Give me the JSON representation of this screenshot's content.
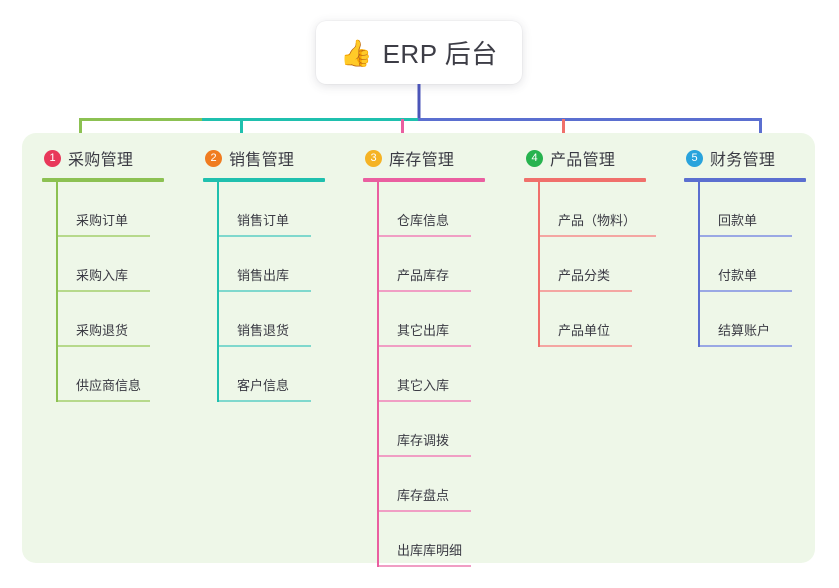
{
  "root": {
    "icon": "thumbs-up-icon",
    "icon_glyph": "👍",
    "title": "ERP 后台"
  },
  "panel": {
    "background": "#eef7e8"
  },
  "colors": {
    "column1_line": "#8cc152",
    "column2_line": "#1fc0ae",
    "column3_line": "#ea5fa0",
    "column4_line": "#f0706b",
    "column5_line": "#5b6fd0",
    "trunk": "#4b55b8",
    "badge1": "#e8385a",
    "badge2": "#f07c20",
    "badge3": "#f5b324",
    "badge4": "#27b34f",
    "badge5": "#29a3dc"
  },
  "columns": [
    {
      "index": "1",
      "badge": "1",
      "badge_color": "#e8385a",
      "line_color": "#8cc152",
      "rule_color": "#b6d98b",
      "title": "采购管理",
      "items": [
        "采购订单",
        "采购入库",
        "采购退货",
        "供应商信息"
      ]
    },
    {
      "index": "2",
      "badge": "2",
      "badge_color": "#f07c20",
      "line_color": "#1fc0ae",
      "rule_color": "#7fd8cd",
      "title": "销售管理",
      "items": [
        "销售订单",
        "销售出库",
        "销售退货",
        "客户信息"
      ]
    },
    {
      "index": "3",
      "badge": "3",
      "badge_color": "#f5b324",
      "line_color": "#ea5fa0",
      "rule_color": "#f09ec4",
      "title": "库存管理",
      "items": [
        "仓库信息",
        "产品库存",
        "其它出库",
        "其它入库",
        "库存调拨",
        "库存盘点",
        "出库库明细"
      ]
    },
    {
      "index": "4",
      "badge": "4",
      "badge_color": "#27b34f",
      "line_color": "#f0706b",
      "rule_color": "#f4a6a2",
      "title": "产品管理",
      "items": [
        "产品（物料）",
        "产品分类",
        "产品单位"
      ]
    },
    {
      "index": "5",
      "badge": "5",
      "badge_color": "#29a3dc",
      "line_color": "#5b6fd0",
      "rule_color": "#9aa8e4",
      "title": "财务管理",
      "items": [
        "回款单",
        "付款单",
        "结算账户"
      ]
    }
  ]
}
